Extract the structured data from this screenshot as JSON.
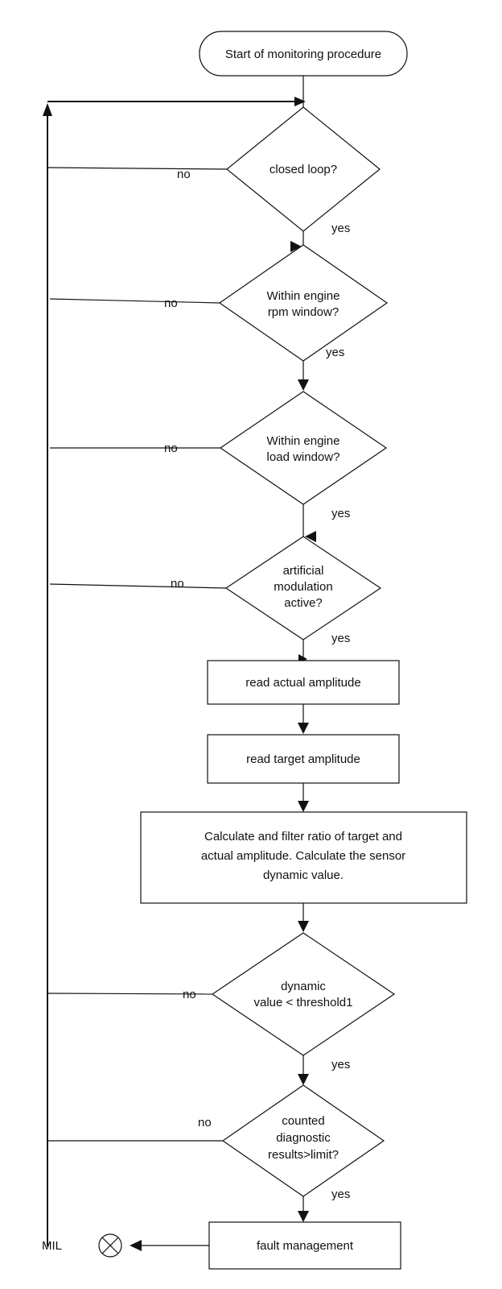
{
  "nodes": {
    "start": "Start of monitoring procedure",
    "closed_loop": "closed loop?",
    "rpm_window": [
      "Within engine",
      "rpm window?"
    ],
    "load_window": [
      "Within engine",
      "load window?"
    ],
    "modulation": [
      "artificial",
      "modulation",
      "active?"
    ],
    "read_actual": "read actual amplitude",
    "read_target": "read target amplitude",
    "calculate": [
      "Calculate and filter ratio of  target  and",
      "actual amplitude. Calculate the sensor",
      "dynamic value."
    ],
    "dynamic": [
      "dynamic",
      "value < threshold1"
    ],
    "counted": [
      "counted",
      "diagnostic",
      "results>limit?"
    ],
    "fault": "fault management",
    "mil": "MIL"
  },
  "labels": {
    "yes": "yes",
    "no": "no"
  }
}
